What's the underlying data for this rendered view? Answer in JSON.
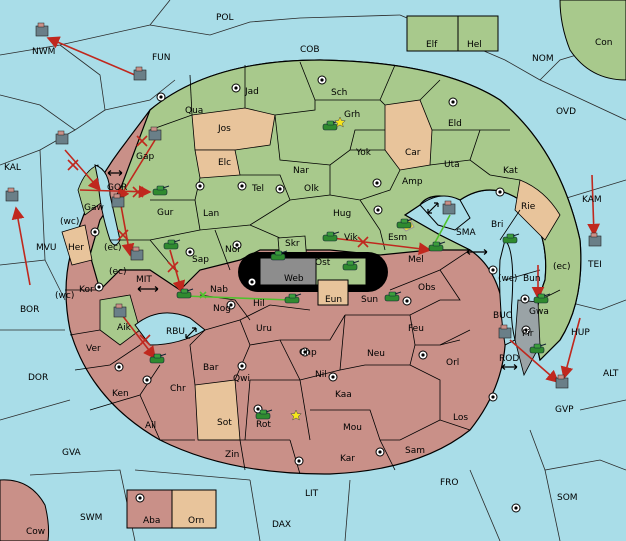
{
  "colors": {
    "sea": "#a9dde8",
    "green": "#a8c98c",
    "tan": "#e8c49b",
    "red": "#c99088",
    "black": "#000000",
    "arrow": "#c0281e",
    "support": "#4fc22d",
    "fleet_hull": "#6a7f88",
    "army": "#2f8a2f"
  },
  "seas": {
    "pol": "POL",
    "cob": "COB",
    "nom": "NOM",
    "ovd": "OVD",
    "con": "Con",
    "fun": "FUN",
    "nwm": "NWM",
    "kal": "KAL",
    "mvu": "MVU",
    "bor": "BOR",
    "dor": "DOR",
    "gva": "GVA",
    "swm": "SWM",
    "cow": "Cow",
    "lit": "LIT",
    "dax": "DAX",
    "fro": "FRO",
    "som": "SOM",
    "alt": "ALT",
    "gvp": "GVP",
    "hup": "HUP",
    "kam": "KAM",
    "tei": "TEI",
    "rbu": "RBU",
    "mit": "MIT",
    "gor": "GOR",
    "sma": "SMA",
    "buc": "BUC",
    "rod": "ROD"
  },
  "provinces": {
    "jad": "Jad",
    "sch": "Sch",
    "qua": "Qua",
    "jos": "Jos",
    "grh": "Grh",
    "eld": "Eld",
    "yok": "Yok",
    "car": "Car",
    "elc": "Elc",
    "nar": "Nar",
    "uta": "Uta",
    "kat": "Kat",
    "gap": "Gap",
    "tel": "Tel",
    "olk": "Olk",
    "amp": "Amp",
    "gaw": "Gaw",
    "gur": "Gur",
    "lan": "Lan",
    "hug": "Hug",
    "rie": "Rie",
    "bri": "Bri",
    "her": "Her",
    "esm": "Esm",
    "nor": "Nor",
    "skr": "Skr",
    "vik": "Vik",
    "sap": "Sap",
    "web": "Web",
    "ost": "Ost",
    "mel": "Mel",
    "kor": "Kor",
    "nab": "Nab",
    "eun": "Eun",
    "sun": "Sun",
    "obs": "Obs",
    "bun": "Bun",
    "nog": "Nog",
    "hil": "Hil",
    "gwa": "Gwa",
    "aik": "Aik",
    "uru": "Uru",
    "feu": "Feu",
    "pir": "Pir",
    "ver": "Ver",
    "chp": "Chp",
    "neu": "Neu",
    "bar": "Bar",
    "qwi": "Qwi",
    "nil": "Nil",
    "orl": "Orl",
    "ken": "Ken",
    "chr": "Chr",
    "kaa": "Kaa",
    "ail": "Ail",
    "sot": "Sot",
    "rot": "Rot",
    "mou": "Mou",
    "los": "Los",
    "zin": "Zin",
    "kar": "Kar",
    "sam": "Sam",
    "elf": "Elf",
    "hel": "Hel",
    "aba": "Aba",
    "orn": "Orn"
  },
  "coast_tags": {
    "wc": "(wc)",
    "ec": "(ec)"
  }
}
